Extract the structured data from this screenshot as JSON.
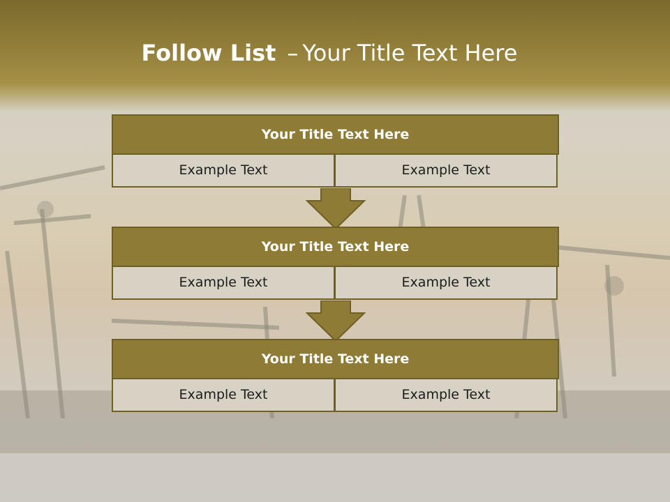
{
  "slide": {
    "title_strong": "Follow List",
    "title_separator": "–",
    "title_rest": "Your Title Text Here"
  },
  "blocks": [
    {
      "title": "Your Title Text Here",
      "left_text": "Example Text",
      "right_text": "Example Text"
    },
    {
      "title": "Your Title Text Here",
      "left_text": "Example Text",
      "right_text": "Example Text"
    },
    {
      "title": "Your Title Text Here",
      "left_text": "Example Text",
      "right_text": "Example Text"
    }
  ],
  "colors": {
    "header_gold": "#8e7b36",
    "border": "#6e5f26",
    "cell_fill": "#d7d2c4",
    "title_text": "#ffffff"
  },
  "icons": [
    "down-arrow-icon",
    "oil-pumpjack-silhouette"
  ]
}
